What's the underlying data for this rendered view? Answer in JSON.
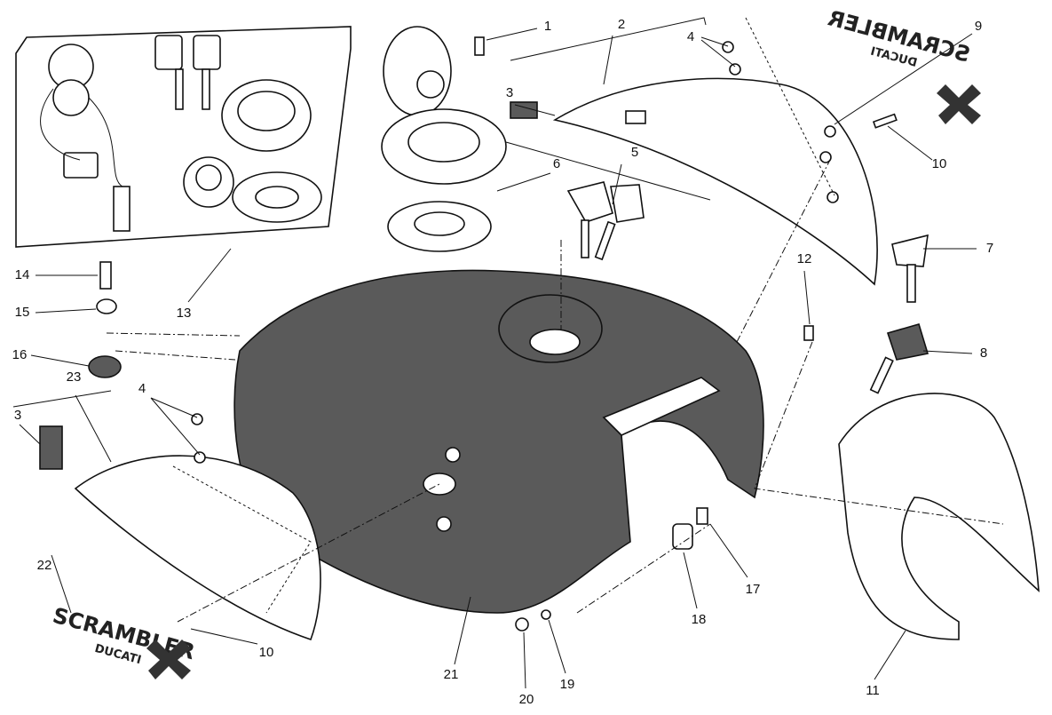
{
  "title": "Fuel tank exploded parts diagram",
  "labels": {
    "p1": "1",
    "p2": "2",
    "p3a": "3",
    "p3b": "3",
    "p4a": "4",
    "p4b": "4",
    "p5": "5",
    "p6": "6",
    "p7": "7",
    "p8": "8",
    "p9": "9",
    "p10a": "10",
    "p10b": "10",
    "p11": "11",
    "p12": "12",
    "p13": "13",
    "p14": "14",
    "p15": "15",
    "p16": "16",
    "p17": "17",
    "p18": "18",
    "p19": "19",
    "p20": "20",
    "p21": "21",
    "p22": "22",
    "p23": "23"
  },
  "logos": {
    "brand": "SCRAMBLER",
    "sub": "DUCATI"
  },
  "colors": {
    "tank": "#5a5a5a",
    "line": "#111111"
  }
}
